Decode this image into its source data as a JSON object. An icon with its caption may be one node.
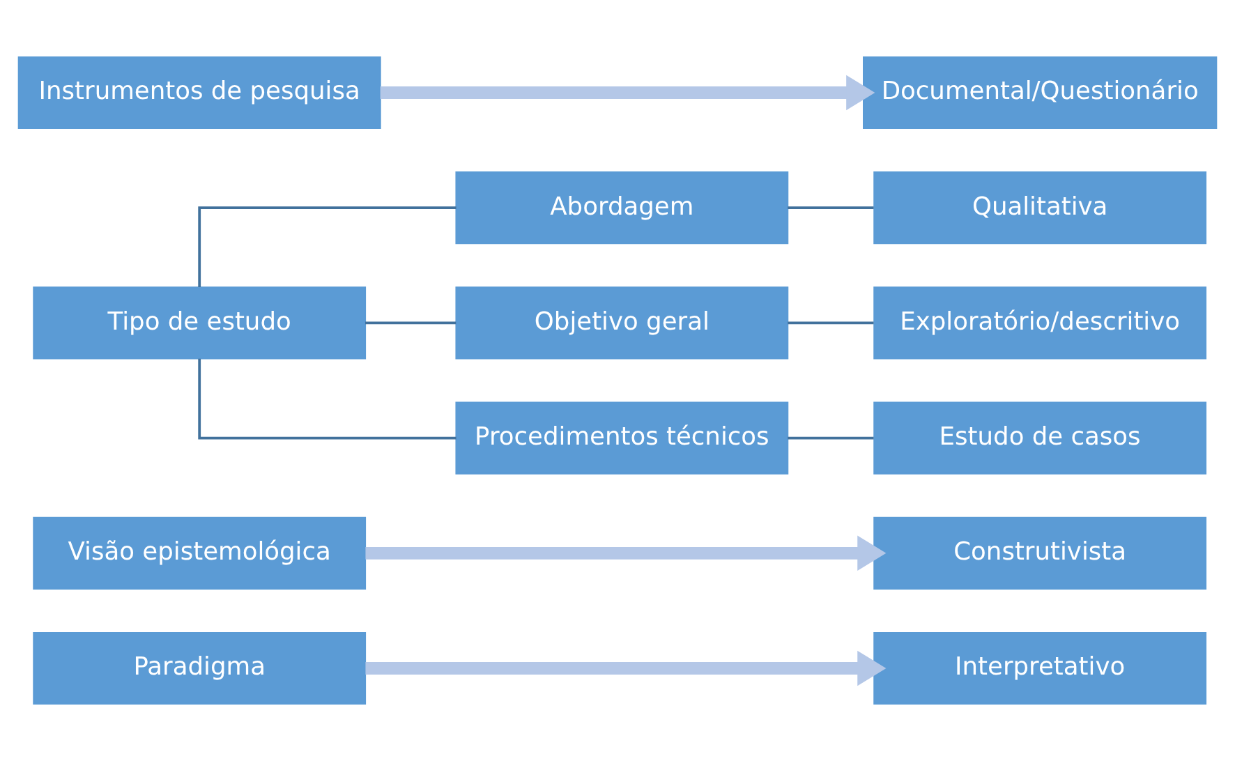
{
  "diagram": {
    "nodes": [
      {
        "text": [
          "Paradigma"
        ]
      },
      {
        "text": [
          "Interpretativo"
        ]
      },
      {
        "text": [
          "Visão epistemológica"
        ]
      },
      {
        "text": [
          "Construtivista"
        ]
      },
      {
        "text": [
          "Tipo de estudo"
        ]
      },
      {
        "text": [
          "Abordagem"
        ]
      },
      {
        "text": [
          "Qualitativa"
        ]
      },
      {
        "text": [
          "Objetivo geral"
        ]
      },
      {
        "text": [
          "Exploratório/descritivo"
        ]
      },
      {
        "text": [
          "Procedimentos técnicos"
        ]
      },
      {
        "text": [
          "Estudo de casos"
        ]
      },
      {
        "text": [
          "Instrumentos de pesquisa"
        ]
      },
      {
        "text": [
          "Documental/Questionário"
        ]
      }
    ],
    "edges": [
      {
        "from": 0,
        "to": 1,
        "arrow": "to",
        "style": "thick",
        "color": "#b4c7e7"
      },
      {
        "from": 2,
        "to": 3,
        "arrow": "to",
        "style": "thick",
        "color": "#b4c7e7"
      },
      {
        "from": 4,
        "to": 5,
        "arrow": "none"
      },
      {
        "from": 4,
        "to": 7,
        "arrow": "none"
      },
      {
        "from": 4,
        "to": 9,
        "arrow": "none"
      },
      {
        "from": 5,
        "to": 6,
        "arrow": "none"
      },
      {
        "from": 7,
        "to": 8,
        "arrow": "none"
      },
      {
        "from": 9,
        "to": 10,
        "arrow": "none"
      },
      {
        "from": 11,
        "to": 12,
        "arrow": "to",
        "style": "thick",
        "color": "#b4c7e7"
      }
    ]
  }
}
